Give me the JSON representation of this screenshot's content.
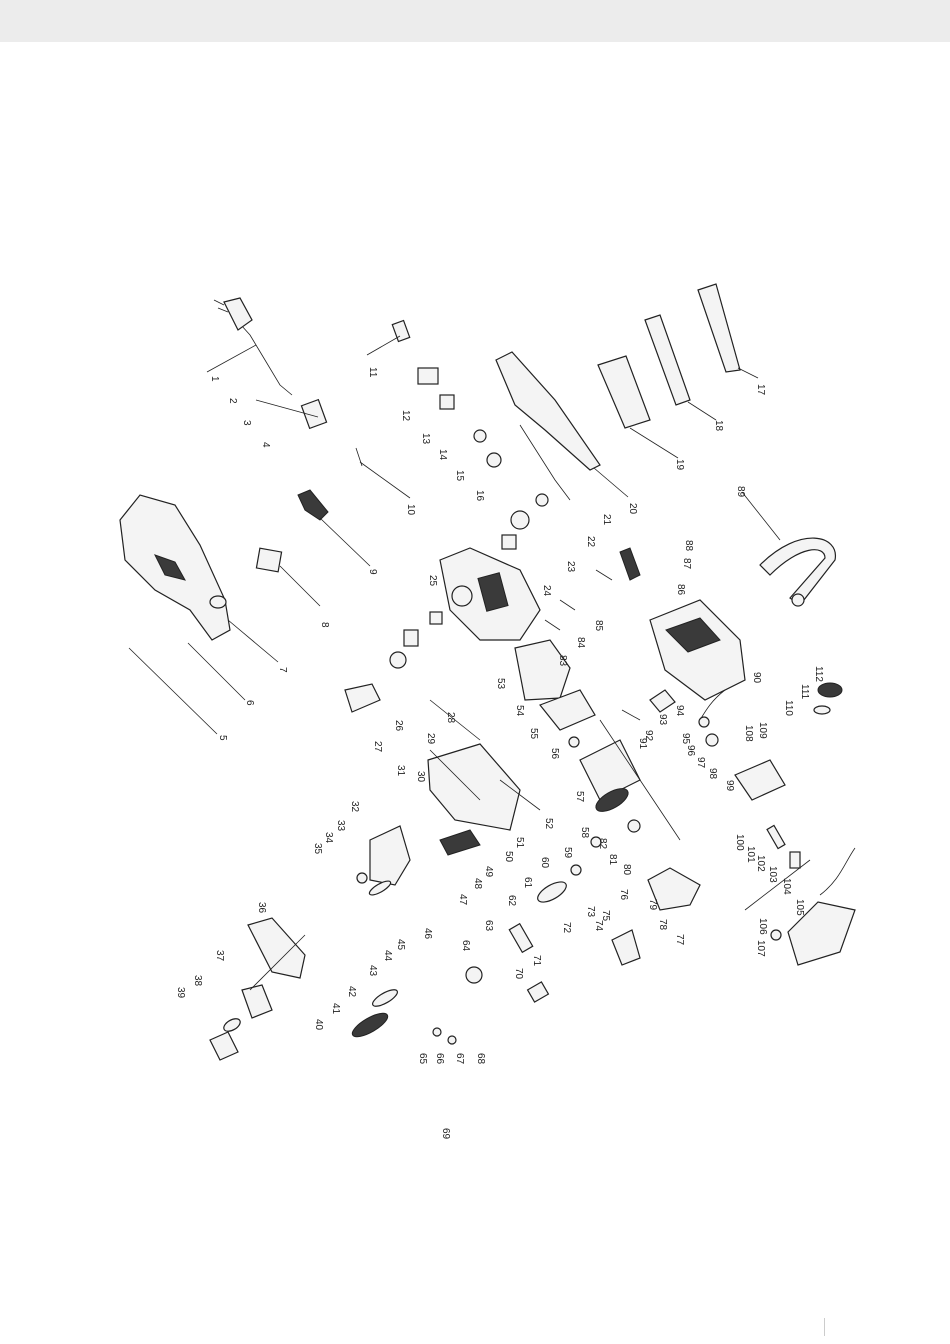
{
  "page": {
    "band_color": "#ececec"
  },
  "callouts": [
    "1",
    "2",
    "3",
    "4",
    "5",
    "6",
    "7",
    "8",
    "9",
    "10",
    "11",
    "12",
    "13",
    "14",
    "15",
    "16",
    "17",
    "18",
    "19",
    "20",
    "21",
    "22",
    "23",
    "24",
    "25",
    "26",
    "27",
    "28",
    "29",
    "30",
    "31",
    "32",
    "33",
    "34",
    "35",
    "36",
    "37",
    "38",
    "39",
    "40",
    "41",
    "42",
    "43",
    "44",
    "45",
    "46",
    "47",
    "48",
    "49",
    "50",
    "51",
    "52",
    "53",
    "54",
    "55",
    "56",
    "57",
    "58",
    "59",
    "60",
    "61",
    "62",
    "63",
    "64",
    "65",
    "66",
    "67",
    "68",
    "69",
    "70",
    "71",
    "72",
    "73",
    "74",
    "75",
    "76",
    "77",
    "78",
    "79",
    "80",
    "81",
    "82",
    "83",
    "84",
    "85",
    "86",
    "87",
    "88",
    "89",
    "90",
    "91",
    "92",
    "93",
    "94",
    "95",
    "96",
    "97",
    "98",
    "99",
    "100",
    "101",
    "102",
    "103",
    "104",
    "105",
    "106",
    "107",
    "108",
    "109",
    "110",
    "111",
    "112"
  ]
}
